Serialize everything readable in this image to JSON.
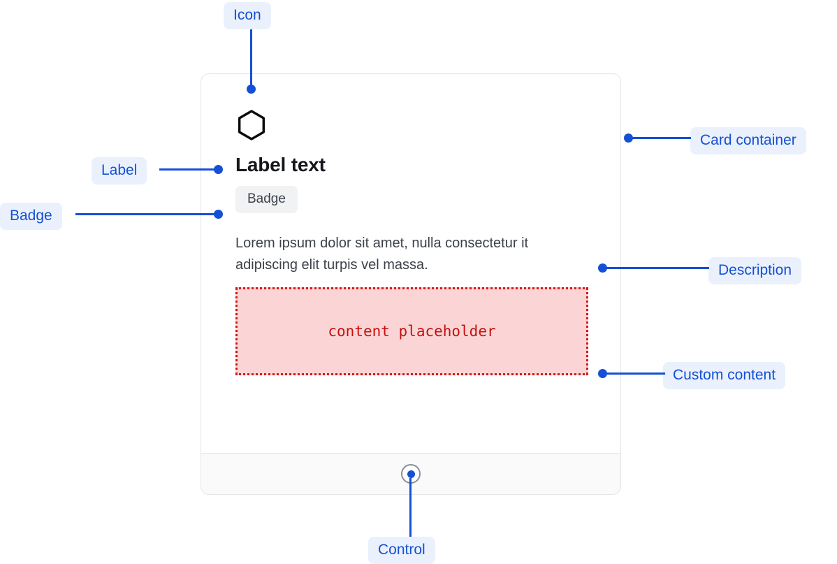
{
  "card": {
    "icon_name": "hexagon-icon",
    "label": "Label text",
    "badge": "Badge",
    "description": "Lorem ipsum dolor sit amet, nulla consectetur it adipiscing elit turpis vel massa.",
    "content_placeholder": "content placeholder",
    "footer": {
      "control_icon_name": "radio-control-icon"
    }
  },
  "annotations": {
    "icon": "Icon",
    "label": "Label",
    "badge": "Badge",
    "card_container": "Card container",
    "description": "Description",
    "custom_content": "Custom content",
    "control": "Control"
  },
  "colors": {
    "annotation_text": "#1450d4",
    "annotation_bg": "#eaf1fd",
    "leader_line": "#1450d4",
    "card_border": "#e4e5e9",
    "badge_bg": "#f1f2f4",
    "badge_text": "#3c4149",
    "label_text": "#15171c",
    "description_text": "#3c4149",
    "placeholder_bg": "#fbd5d5",
    "placeholder_border": "#d41818",
    "placeholder_text": "#c51111",
    "footer_bg": "#fafafa",
    "control_ring": "#8a8f98"
  }
}
